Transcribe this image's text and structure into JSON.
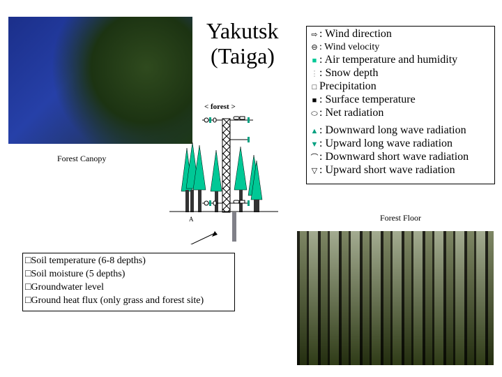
{
  "title": {
    "line1": "Yakutsk",
    "line2": "(Taiga)"
  },
  "captions": {
    "canopy": "Forest Canopy",
    "floor": "Forest Floor",
    "forest_label": "< forest >",
    "point_label": "A"
  },
  "legend": [
    {
      "icon": "wind-direction-icon",
      "glyph": "⇨",
      "label": ": Wind direction"
    },
    {
      "icon": "wind-velocity-icon",
      "glyph": "⊖",
      "label": ": Wind velocity"
    },
    {
      "icon": "air-temperature-icon",
      "glyph": "■",
      "label": ": Air temperature and humidity"
    },
    {
      "icon": "snow-depth-icon",
      "glyph": "⋮",
      "label": ": Snow depth"
    },
    {
      "icon": "precipitation-icon",
      "glyph": "□",
      "label": "Precipitation"
    },
    {
      "icon": "surface-temperature-icon",
      "glyph": "■",
      "label": ": Surface temperature"
    },
    {
      "icon": "net-radiation-icon",
      "glyph": "⬭",
      "label": ": Net radiation"
    },
    {
      "icon": "downward-longwave-icon",
      "glyph": "▲",
      "label": ": Downward long wave radiation"
    },
    {
      "icon": "upward-longwave-icon",
      "glyph": "▼",
      "label": ": Upward long wave radiation"
    },
    {
      "icon": "downward-shortwave-icon",
      "glyph": "⌒",
      "label": ": Downward short wave radiation"
    },
    {
      "icon": "upward-shortwave-icon",
      "glyph": "▽",
      "label": ": Upward short wave radiation"
    }
  ],
  "soil": [
    "Soil temperature (6-8 depths)",
    "Soil moisture (5 depths)",
    "Groundwater level",
    "Ground heat flux (only grass and forest site)"
  ],
  "colors": {
    "tree": "#00c896",
    "trunk": "#333333",
    "accent": "#00a080"
  }
}
